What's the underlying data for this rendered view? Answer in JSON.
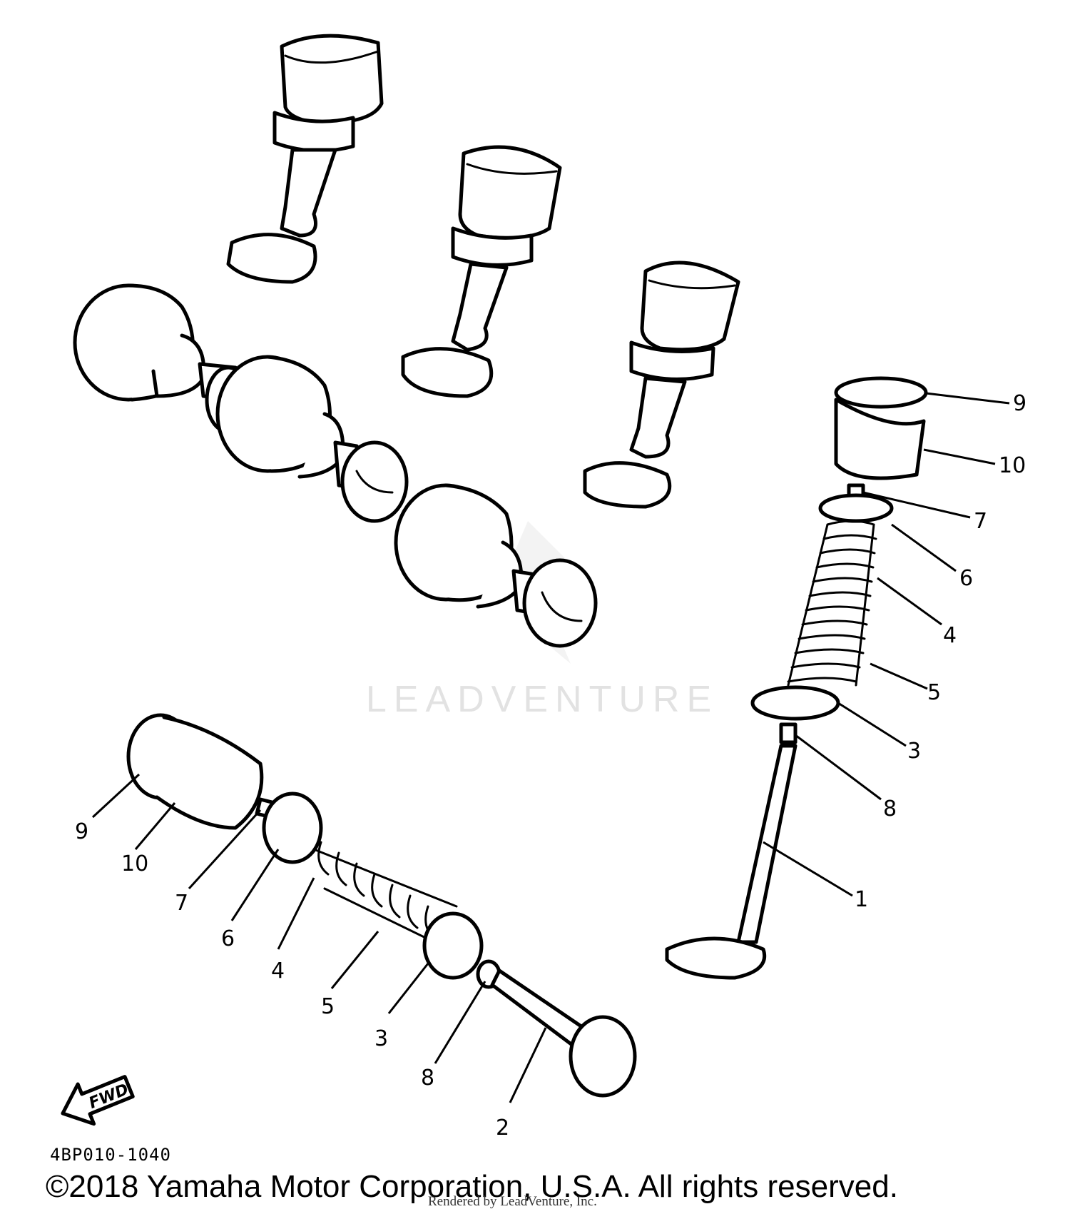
{
  "diagram": {
    "code": "4BP010-1040",
    "fwd_label": "FWD",
    "callouts": [
      "1",
      "2",
      "3",
      "4",
      "5",
      "6",
      "7",
      "8",
      "9",
      "10"
    ],
    "watermark": "LEADVENTURE"
  },
  "footer": {
    "copyright": "©2018 Yamaha Motor Corporation, U.S.A. All rights reserved.",
    "rendered_by": "Rendered by LeadVenture, Inc."
  }
}
